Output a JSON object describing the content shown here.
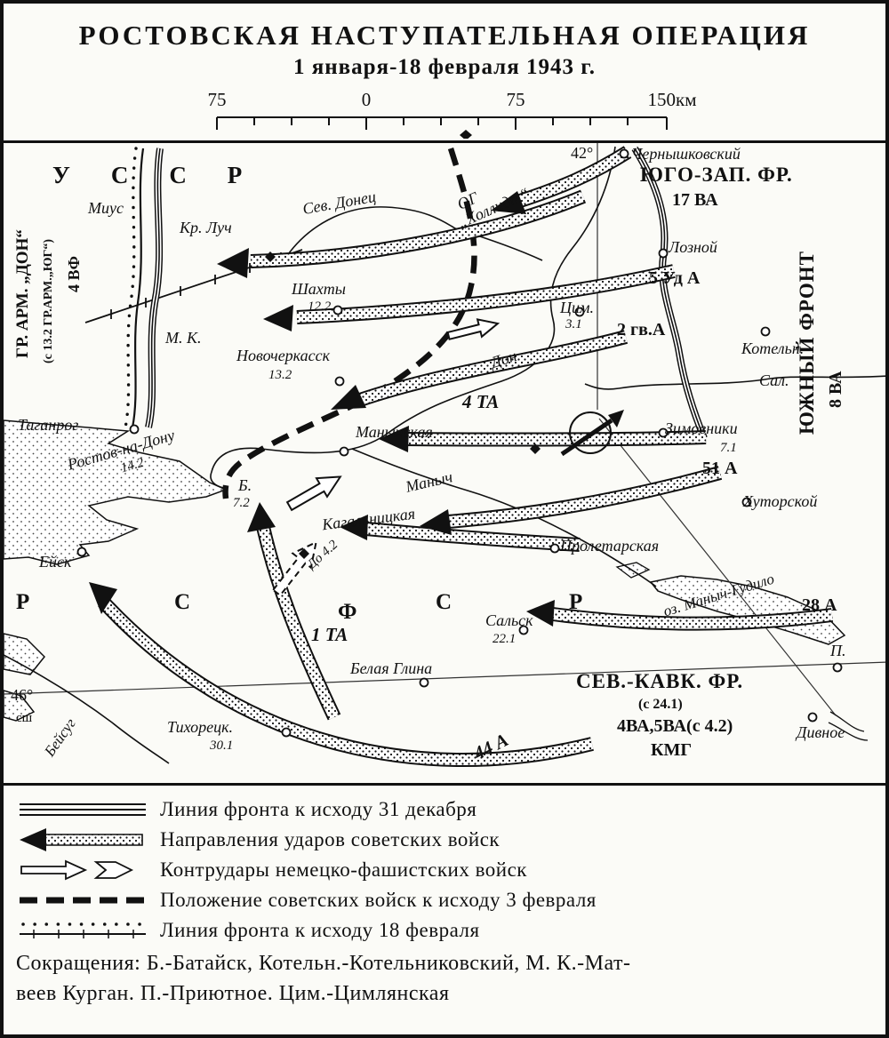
{
  "header": {
    "title": "РОСТОВСКАЯ НАСТУПАТЕЛЬНАЯ ОПЕРАЦИЯ",
    "subtitle": "1 января-18 февраля 1943 г.",
    "scale_labels": [
      "75",
      "0",
      "75",
      "150км"
    ]
  },
  "map": {
    "grid": {
      "meridian": "42°",
      "parallel": "46°",
      "parallel_note": "сш"
    },
    "regions": {
      "ussr": "УССР",
      "rsfsr": [
        "Р",
        "С",
        "Ф",
        "С",
        "Р"
      ]
    },
    "fronts": {
      "southwest": "ЮГО-ЗАП. ФР.",
      "southwest_air": "17 ВА",
      "southern": "ЮЖНЫЙ ФРОНТ",
      "southern_air": "8 ВА",
      "north_caucasus": "СЕВ.-КАВК. ФР.",
      "north_caucasus_note": "(с 24.1)",
      "north_caucasus_air": "4ВА,5ВА(с 4.2)",
      "cavalry_group": "КМГ"
    },
    "soviet_armies": {
      "ud5": "5 Уд А",
      "gv2": "2 гв.А",
      "a51": "51 А",
      "a28": "28 А",
      "a44": "44 А"
    },
    "german_forces": {
      "army_group": "ГР. АРМ. „ДОН“",
      "army_group_note": "(с 13.2 ГР.АРМ.„ЮГ“)",
      "air_fleet": "4 ВФ",
      "og_line1": "ОГ",
      "og_line2": "„Холлидт“",
      "ta4": "4 ТА",
      "ta1": "1 ТА"
    },
    "waters": {
      "mius": "Миус",
      "sev_donets": "Сев. Донец",
      "don": "Дон",
      "sal": "Сал.",
      "manych": "Маныч",
      "beysug": "Бейсуг",
      "lake_manych_gudilo": "оз. Маныч-Гудило"
    },
    "towns": {
      "chernyshkovsky": "Чернышковский",
      "loznoy": "Лозной",
      "kr_luch": "Кр. Луч",
      "shakhty": "Шахты",
      "shakhty_date": "12.2",
      "tsim": "Цим.",
      "tsim_date": "3.1",
      "kotelnikovo": "Котельн.",
      "mk": "М. К.",
      "novocherkassk": "Новочеркасск",
      "novocherkassk_date": "13.2",
      "taganrog": "Таганрог",
      "rostov": "Ростов-на-Дону",
      "rostov_date": "14.2",
      "manychskaya": "Манычская",
      "zimovniki": "Зимовники",
      "zimovniki_date": "7.1",
      "khutorskoy": "Хуторской",
      "bataysk": "Б.",
      "bataysk_date": "7.2",
      "kagalnitskaya": "Кагальницкая",
      "proletarskaya": "Пролетарская",
      "yeysk": "Ейск",
      "salsk": "Сальск",
      "salsk_date": "22.1",
      "belaya_glina": "Белая Глина",
      "tikhoretsk": "Тихорецк.",
      "tikhoretsk_date": "30.1",
      "divnoye": "Дивное",
      "priyutnoye": "П."
    },
    "notes": {
      "do42": "До 4.2"
    }
  },
  "legend": {
    "items": [
      {
        "symbol": "front-line-dec31",
        "label": "Линия фронта к исходу 31 декабря"
      },
      {
        "symbol": "soviet-attack-arrow",
        "label": "Направления ударов советских войск"
      },
      {
        "symbol": "german-counterattack-arrow",
        "label": "Контрудары немецко-фашистских войск"
      },
      {
        "symbol": "soviet-position-feb3",
        "label": "Положение советских войск к исходу 3 февраля"
      },
      {
        "symbol": "front-line-feb18",
        "label": "Линия фронта к исходу 18 февраля"
      }
    ],
    "abbreviations_line1": "Сокращения: Б.-Батайск, Котельн.-Котельниковский, М. К.-Мат-",
    "abbreviations_line2": "веев Курган. П.-Приютное. Цим.-Цимлянская"
  }
}
